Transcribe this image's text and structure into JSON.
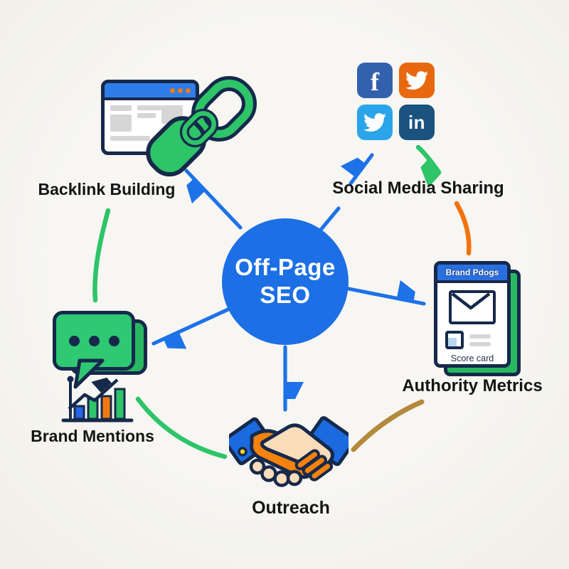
{
  "diagram": {
    "center": {
      "line1": "Off-Page",
      "line2": "SEO"
    },
    "nodes": {
      "backlink": {
        "label": "Backlink Building",
        "icon": "browser-chain-link-icon"
      },
      "social": {
        "label": "Social Media Sharing",
        "icon": "social-tiles-icon",
        "tiles": [
          "facebook-icon",
          "twitter-orange-icon",
          "twitter-blue-icon",
          "linkedin-icon"
        ],
        "facebook_glyph": "f",
        "linkedin_glyph": "in"
      },
      "authority": {
        "label": "Authority Metrics",
        "icon": "score-card-icon",
        "card_header": "Brand Pdogs",
        "card_caption": "Score card"
      },
      "outreach": {
        "label": "Outreach",
        "icon": "handshake-icon"
      },
      "brand_mentions": {
        "label": "Brand Mentions",
        "icon": "speech-bubble-bar-chart-icon"
      }
    },
    "colors": {
      "background": "#f3f2ee",
      "center_circle": "#1c6fe4",
      "arrow_blue": "#1d72e8",
      "green": "#2ec468",
      "navy_outline": "#16294b",
      "facebook_blue": "#3461ae",
      "twitter_orange": "#e8680f",
      "twitter_blue": "#2aa4ea",
      "linkedin_blue": "#1b527e",
      "orange_arc": "#f4720e",
      "olive_arc": "#b3893c",
      "handshake_orange": "#f5820d",
      "hand_cream": "#f9ddba",
      "sleeve_blue": "#1b6ae0",
      "button_yellow": "#ffd21c"
    }
  }
}
